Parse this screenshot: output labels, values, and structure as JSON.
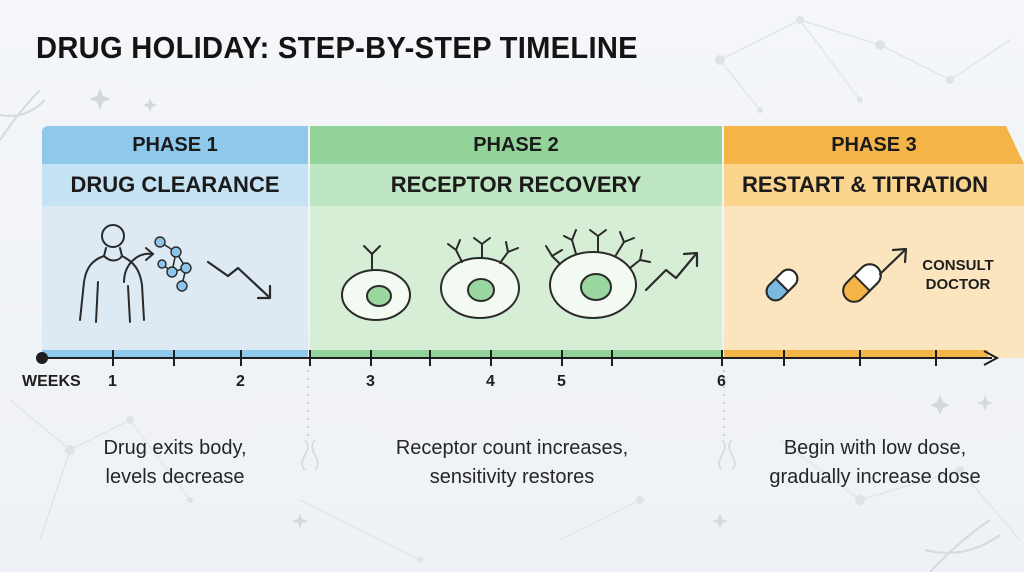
{
  "title": "DRUG HOLIDAY: STEP-BY-STEP TIMELINE",
  "phases": [
    {
      "label": "PHASE 1",
      "name": "DRUG CLEARANCE",
      "description_line1": "Drug exits body,",
      "description_line2": "levels decrease",
      "icons": [
        "human-body-icon",
        "molecule-icon",
        "trend-down-icon"
      ]
    },
    {
      "label": "PHASE 2",
      "name": "RECEPTOR RECOVERY",
      "description_line1": "Receptor count increases,",
      "description_line2": "sensitivity restores",
      "icons": [
        "cell-one-receptor-icon",
        "cell-three-receptors-icon",
        "cell-five-receptors-icon",
        "trend-up-icon"
      ]
    },
    {
      "label": "PHASE 3",
      "name": "RESTART & TITRATION",
      "description_line1": "Begin with low dose,",
      "description_line2": "gradually increase dose",
      "icons": [
        "blue-capsule-icon",
        "orange-capsule-icon",
        "arrow-up-right-icon"
      ],
      "note_line1": "CONSULT",
      "note_line2": "DOCTOR"
    }
  ],
  "axis": {
    "label": "WEEKS",
    "ticks": [
      "1",
      "2",
      "3",
      "4",
      "5",
      "6"
    ]
  },
  "colors": {
    "phase1": "#8ec8ea",
    "phase2": "#92d39a",
    "phase3": "#f5b447",
    "axis": "#1e1e1e"
  }
}
